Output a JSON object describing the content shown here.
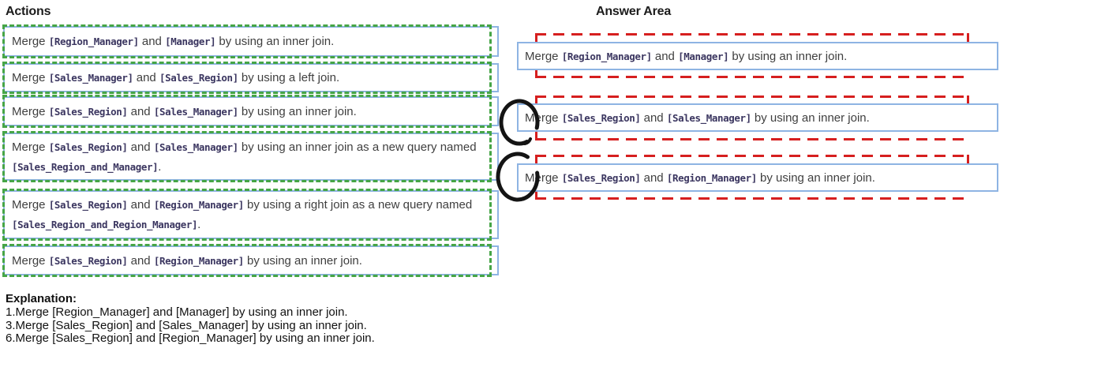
{
  "actions": {
    "title": "Actions",
    "items": [
      "Merge [Region_Manager] and [Manager] by using an inner join.",
      "Merge [Sales_Manager] and [Sales_Region] by using a left join.",
      "Merge [Sales_Region] and [Sales_Manager] by using an inner join.",
      "Merge [Sales_Region] and [Sales_Manager] by using an inner join as a new query named [Sales_Region_and_Manager].",
      "Merge [Sales_Region] and [Region_Manager] by using a right join as a new query named [Sales_Region_and_Region_Manager].",
      "Merge [Sales_Region] and [Region_Manager] by using an inner join."
    ]
  },
  "answer_area": {
    "title": "Answer Area",
    "items": [
      "Merge [Region_Manager] and [Manager] by using an inner join.",
      "Merge [Sales_Region] and [Sales_Manager] by using an inner join.",
      "Merge [Sales_Region] and [Region_Manager] by using an inner join."
    ]
  },
  "explanation": {
    "title": "Explanation:",
    "lines": [
      "1.Merge [Region_Manager] and [Manager] by using an inner join.",
      "3.Merge [Sales_Region] and [Sales_Manager] by using an inner join.",
      "6.Merge [Sales_Region] and [Region_Manager] by using an inner join."
    ]
  },
  "colors": {
    "tile_border": "#8eb4e3",
    "green_dash": "#46a546",
    "red_dash": "#d61f1f",
    "circle": "#141414",
    "text": "#3f3f3f",
    "mono_text": "#3b3660"
  }
}
